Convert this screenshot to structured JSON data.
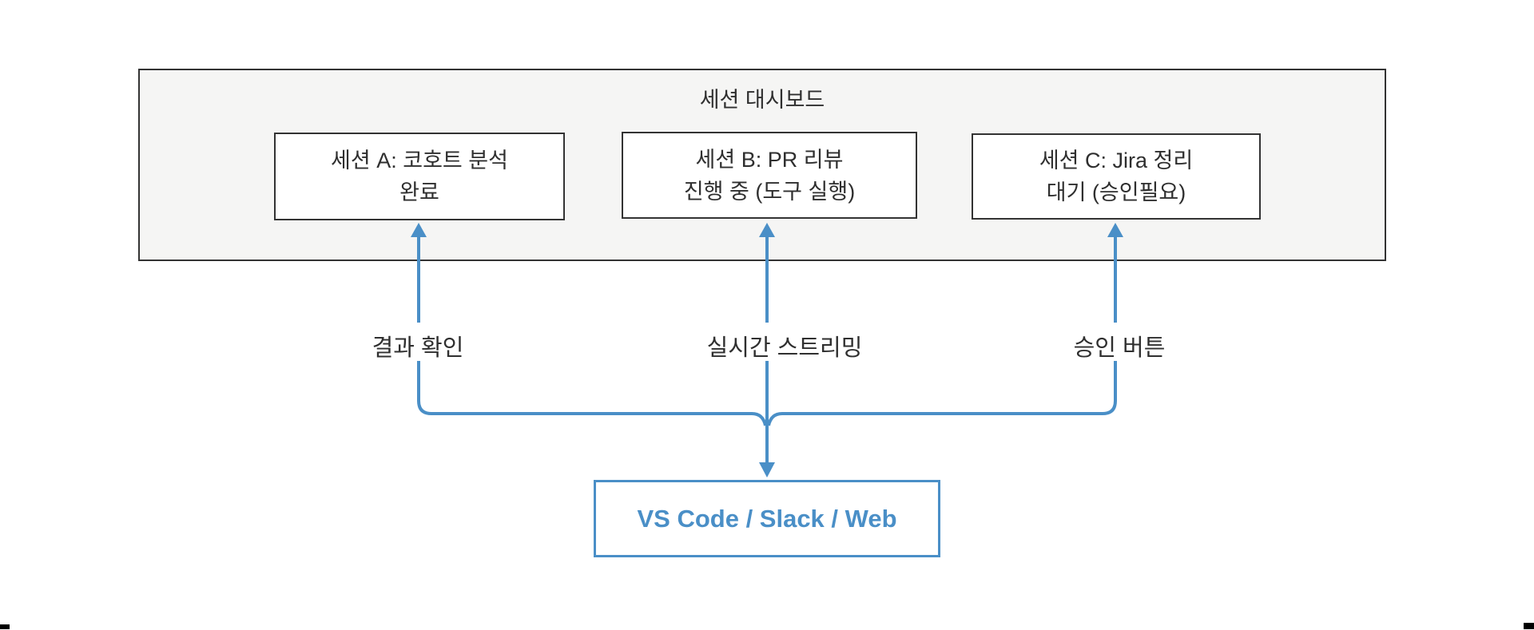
{
  "diagram": {
    "dashboard": {
      "title": "세션 대시보드",
      "sessions": [
        {
          "id": "A",
          "line1": "세션 A: 코호트 분석",
          "line2": "완료"
        },
        {
          "id": "B",
          "line1": "세션 B: PR 리뷰",
          "line2": "진행 중 (도구 실행)"
        },
        {
          "id": "C",
          "line1": "세션 C: Jira 정리",
          "line2": "대기 (승인필요)"
        }
      ]
    },
    "connectors": [
      {
        "from": "clients",
        "to": "session-a",
        "label": "결과 확인"
      },
      {
        "from": "clients",
        "to": "session-b",
        "label": "실시간 스트리밍"
      },
      {
        "from": "clients",
        "to": "session-c",
        "label": "승인 버튼"
      }
    ],
    "clients": {
      "label": "VS Code / Slack / Web"
    },
    "colors": {
      "accent": "#4A8FC7",
      "panel_fill": "#F5F5F4",
      "border": "#333333",
      "text": "#2F2F2F"
    }
  }
}
